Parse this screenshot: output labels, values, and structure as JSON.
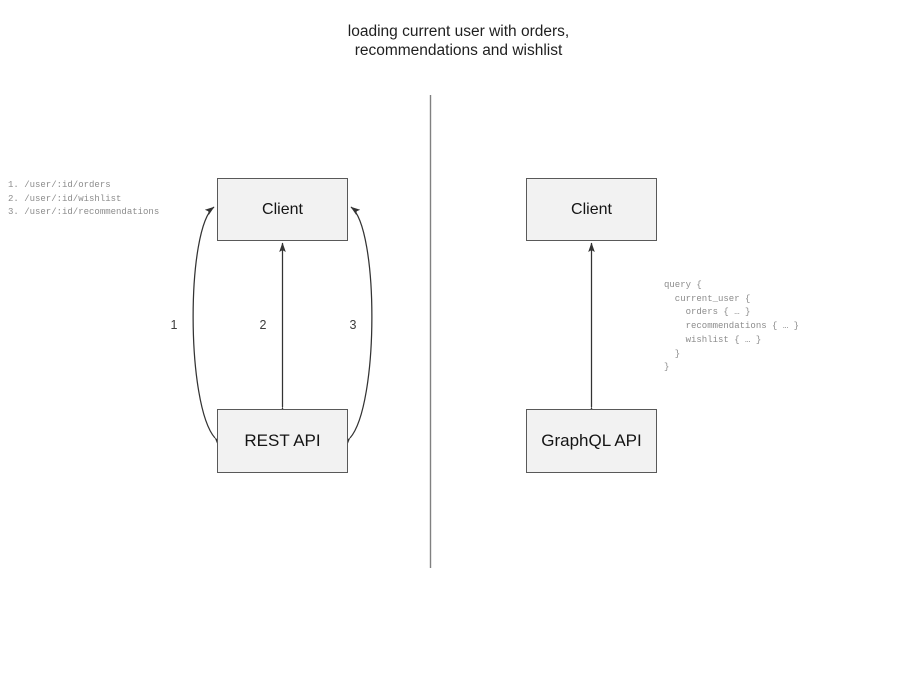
{
  "title": "loading current user with orders,\nrecommendations and wishlist",
  "colors": {
    "node_fill": "#f2f2f2",
    "node_border": "#595959",
    "edge_stroke": "#333333",
    "divider": "#808080",
    "code_text": "#8c8c8c",
    "background": "#ffffff"
  },
  "rest_side": {
    "client_label": "Client",
    "api_label": "REST API",
    "endpoints_text": "1. /user/:id/orders\n2. /user/:id/wishlist\n3. /user/:id/recommendations",
    "endpoints": [
      {
        "number": "1.",
        "path": "/user/:id/orders"
      },
      {
        "number": "2.",
        "path": "/user/:id/wishlist"
      },
      {
        "number": "3.",
        "path": "/user/:id/recommendations"
      }
    ],
    "edge_labels": [
      "1",
      "2",
      "3"
    ]
  },
  "graphql_side": {
    "client_label": "Client",
    "api_label": "GraphQL API",
    "query_text": "query {\n  current_user {\n    orders { … }\n    recommendations { … }\n    wishlist { … }\n  }\n}",
    "query_lines": [
      "query {",
      "  current_user {",
      "    orders { … }",
      "    recommendations { … }",
      "    wishlist { … }",
      "  }",
      "}"
    ]
  }
}
